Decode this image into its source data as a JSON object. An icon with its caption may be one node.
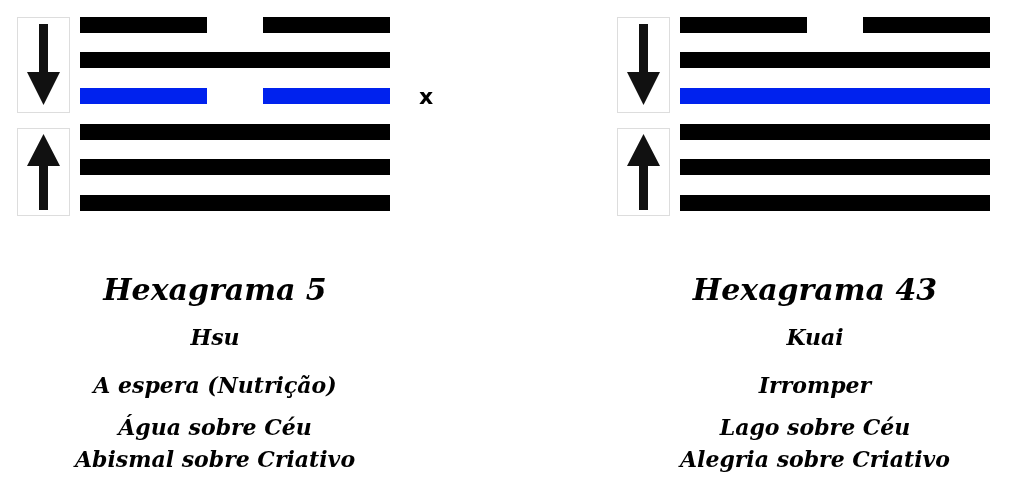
{
  "diagram": {
    "nodes": [
      {
        "text": [
          "Hexagrama 5",
          "Hsu",
          "A espera (Nutrição)",
          "Água sobre Céu",
          "Abismal sobre Criativo"
        ]
      },
      {
        "text": [
          "Hexagrama 43",
          "Kuai",
          "Irromper",
          "Lago sobre Céu",
          "Alegria sobre Criativo"
        ]
      }
    ],
    "labels": [
      "x"
    ]
  }
}
